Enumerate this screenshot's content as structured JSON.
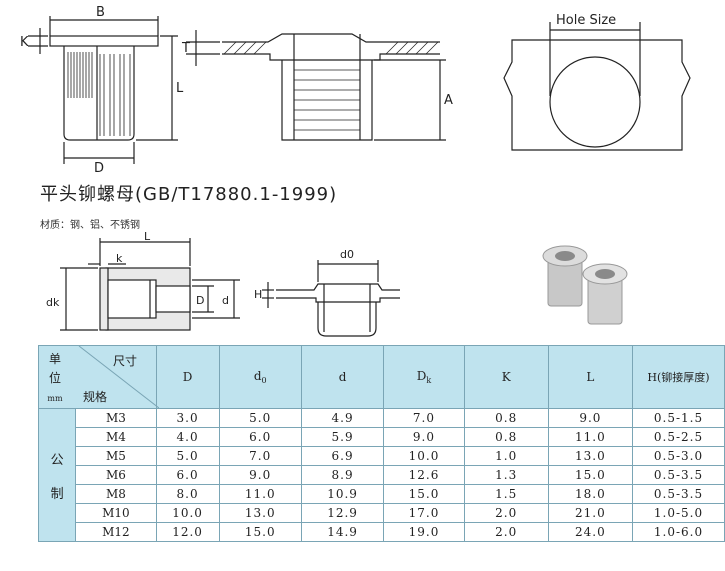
{
  "top_diagrams": {
    "label_B": "B",
    "label_K": "K",
    "label_L": "L",
    "label_D": "D",
    "label_T": "T",
    "label_A": "A",
    "hole_size": "Hole Size"
  },
  "title": "平头铆螺母(GB/T17880.1-1999)",
  "material": "材质：钢、铝、不锈钢",
  "mid_diagrams": {
    "label_L": "L",
    "label_k": "k",
    "label_dk": "dk",
    "label_D": "D",
    "label_d": "d",
    "label_d0": "d0",
    "label_H": "H"
  },
  "table": {
    "corner": {
      "unit_line1": "单",
      "unit_line2": "位",
      "unit_line3": "mm",
      "size": "尺寸",
      "spec": "规格"
    },
    "headers": {
      "D": "D",
      "d0_base": "d",
      "d0_sub": "0",
      "d": "d",
      "dk_base": "D",
      "dk_sub": "k",
      "K": "K",
      "L": "L",
      "H": "H(铆接厚度)"
    },
    "side_label_1": "公",
    "side_label_2": "制",
    "rows": [
      {
        "size": "M3",
        "D": "3.0",
        "d0": "5.0",
        "d": "4.9",
        "dk": "7.0",
        "K": "0.8",
        "L": "9.0",
        "H": "0.5-1.5"
      },
      {
        "size": "M4",
        "D": "4.0",
        "d0": "6.0",
        "d": "5.9",
        "dk": "9.0",
        "K": "0.8",
        "L": "11.0",
        "H": "0.5-2.5"
      },
      {
        "size": "M5",
        "D": "5.0",
        "d0": "7.0",
        "d": "6.9",
        "dk": "10.0",
        "K": "1.0",
        "L": "13.0",
        "H": "0.5-3.0"
      },
      {
        "size": "M6",
        "D": "6.0",
        "d0": "9.0",
        "d": "8.9",
        "dk": "12.6",
        "K": "1.3",
        "L": "15.0",
        "H": "0.5-3.5"
      },
      {
        "size": "M8",
        "D": "8.0",
        "d0": "11.0",
        "d": "10.9",
        "dk": "15.0",
        "K": "1.5",
        "L": "18.0",
        "H": "0.5-3.5"
      },
      {
        "size": "M10",
        "D": "10.0",
        "d0": "13.0",
        "d": "12.9",
        "dk": "17.0",
        "K": "2.0",
        "L": "21.0",
        "H": "1.0-5.0"
      },
      {
        "size": "M12",
        "D": "12.0",
        "d0": "15.0",
        "d": "14.9",
        "dk": "19.0",
        "K": "2.0",
        "L": "24.0",
        "H": "1.0-6.0"
      }
    ]
  }
}
